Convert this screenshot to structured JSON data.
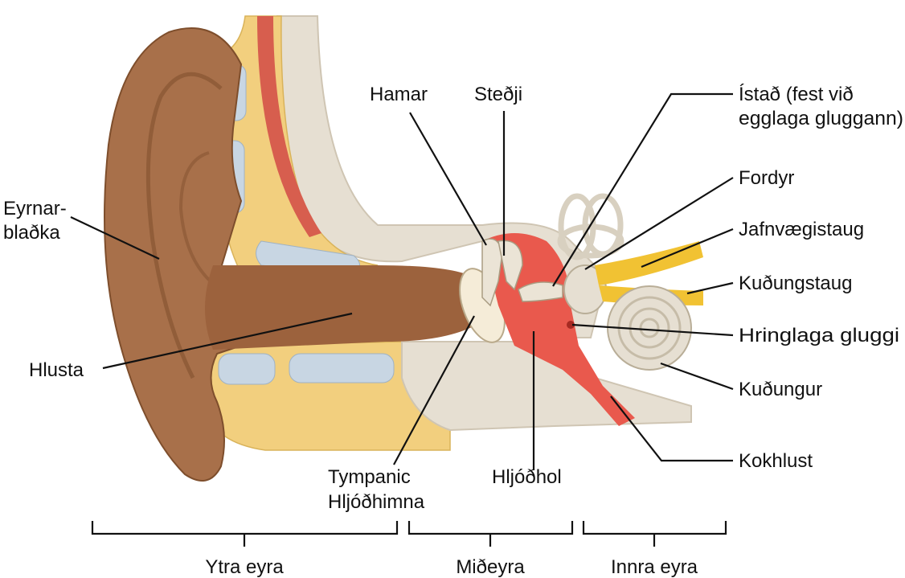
{
  "labels": {
    "auricle_1": "Eyrnar-",
    "auricle_2": "blaðka",
    "ear_canal": "Hlusta",
    "malleus": "Hamar",
    "incus": "Steðji",
    "stapes_1": "Ístað (fest við",
    "stapes_2": "egglaga gluggann)",
    "vestibule": "Fordyr",
    "vestibular_nerve": "Jafnvægistaug",
    "cochlear_nerve": "Kuðungstaug",
    "round_window": "Hringlaga gluggi",
    "cochlea": "Kuðungur",
    "eustachian_tube": "Kokhlust",
    "tympanic_1": "Tympanic",
    "tympanic_2": "Hljóðhimna",
    "tympanic_cavity": "Hljóðhol"
  },
  "regions": {
    "outer": "Ytra eyra",
    "middle": "Miðeyra",
    "inner": "Innra eyra"
  },
  "colors": {
    "skin": "#a8704a",
    "skin_dark": "#7e4e2c",
    "fat": "#f2cf7e",
    "bone": "#e6dfd2",
    "cartilage": "#c8d6e3",
    "muscle": "#d75e4e",
    "cavity": "#e9594d",
    "nerve": "#f1c233",
    "ossicle": "#ebe4d6"
  }
}
